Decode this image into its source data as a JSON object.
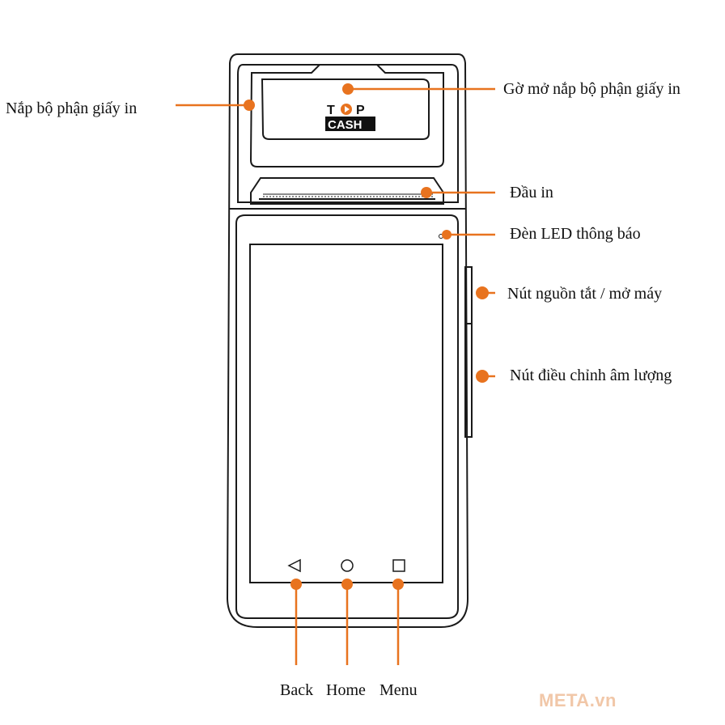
{
  "colors": {
    "accent": "#e8731f",
    "outline": "#1a1a1a",
    "watermark": "#f1c7a8"
  },
  "logo": {
    "line1_left": "T",
    "line1_right": "P",
    "line2": "CASH"
  },
  "callouts": {
    "paper_cover": "Nắp bộ phận giấy in",
    "cover_latch": "Gờ mở nắp bộ phận giấy in",
    "print_head": "Đầu in",
    "led": "Đèn LED thông báo",
    "power_button": "Nút nguồn tắt / mở máy",
    "volume_button": "Nút điều chỉnh âm lượng"
  },
  "nav": {
    "back": "Back",
    "home": "Home",
    "menu": "Menu"
  },
  "nav_icons": [
    "back-triangle-icon",
    "home-circle-icon",
    "menu-square-icon"
  ],
  "watermark": "META.vn"
}
